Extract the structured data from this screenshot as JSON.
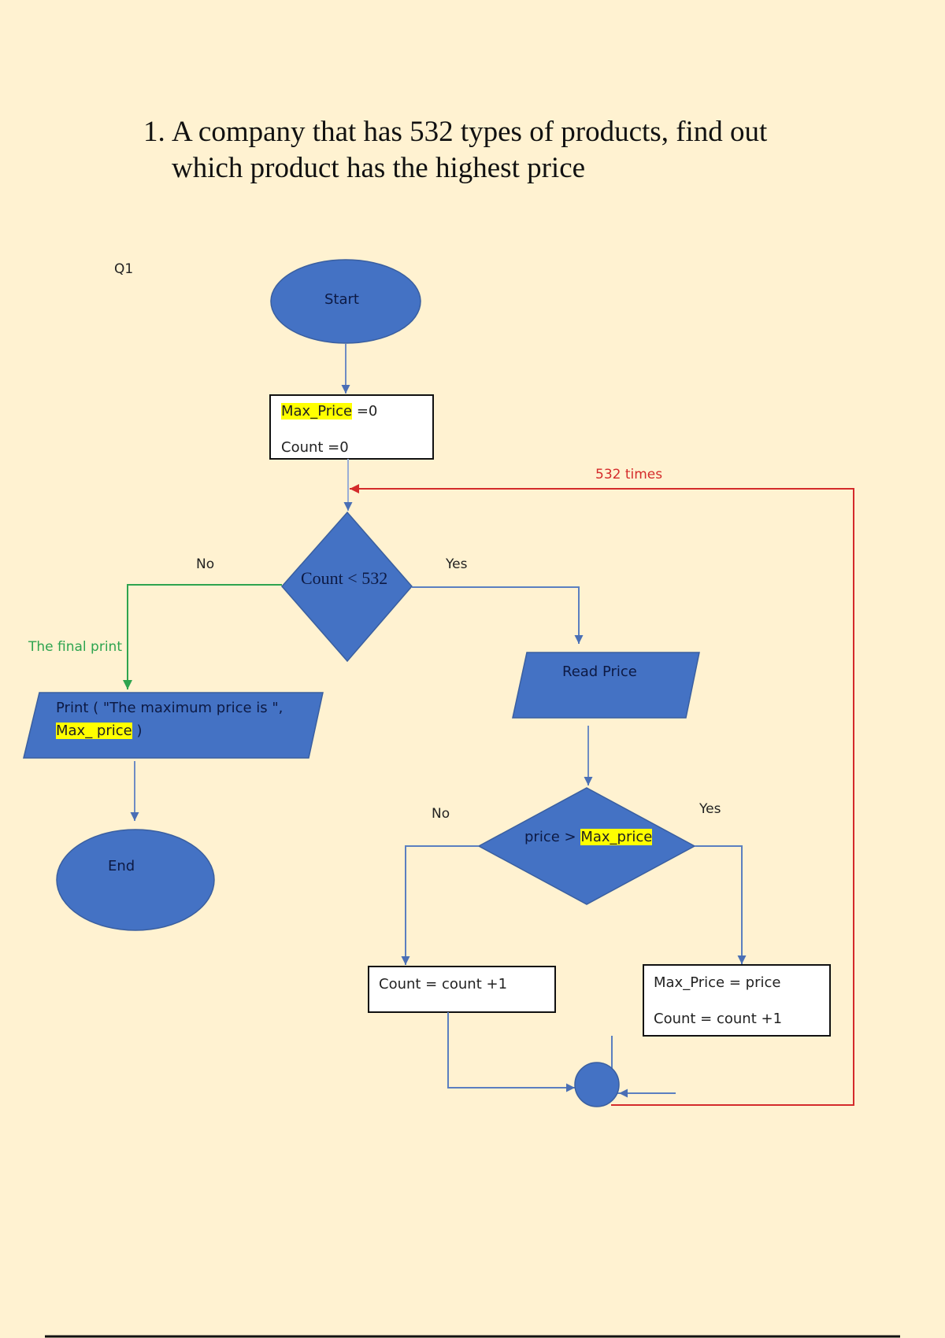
{
  "question": {
    "number": "1.",
    "line1": "A company that has 532 types of products, find out",
    "line2": "which product has the highest price"
  },
  "label_q": "Q1",
  "flowchart": {
    "start": "Start",
    "init": {
      "var1_highlight": "Max_Price",
      "var1_rest": " =0",
      "var2": "Count =0"
    },
    "loop_label": "532 times",
    "cond1": "Count < 532",
    "cond1_no": "No",
    "cond1_yes": "Yes",
    "final_print_label": "The final print",
    "print": {
      "line1": "Print ( \"The maximum price is \",",
      "line2_highlight": "Max_ price",
      "line2_rest": " )"
    },
    "end": "End",
    "read": "Read Price",
    "cond2": {
      "left": "price  > ",
      "highlight": "Max_price"
    },
    "cond2_no": "No",
    "cond2_yes": "Yes",
    "no_box": "Count = count +1",
    "yes_box": {
      "line1": "Max_Price = price",
      "line2": "Count = count +1"
    }
  },
  "colors": {
    "shape_fill": "#4472C4",
    "loop_arrow": "#D42B2B",
    "final_arrow": "#2EA44F",
    "connector": "#5B7FC0",
    "highlight": "#FFFF00",
    "background": "#FFF2D1"
  }
}
